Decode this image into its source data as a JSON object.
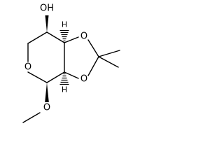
{
  "structure": {
    "atoms": {
      "oh_label": "OH",
      "ring_o_label": "O",
      "dioxolane_o1_label": "O",
      "dioxolane_o2_label": "O",
      "methoxy_o_label": "O",
      "h_upper_label": "H",
      "h_lower_label": "H"
    }
  }
}
